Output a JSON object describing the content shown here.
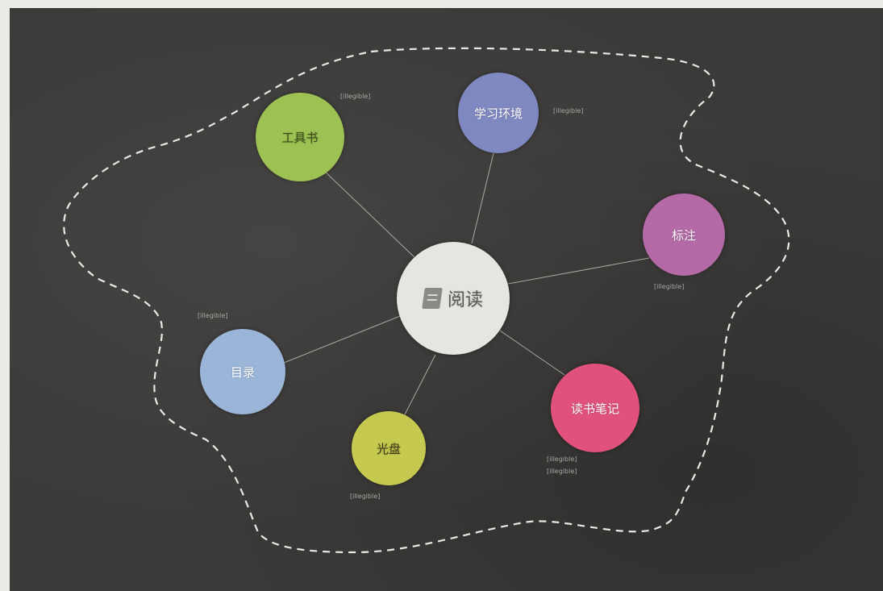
{
  "center": {
    "label": "阅读",
    "icon": "book-icon",
    "color": "#e6e6e1"
  },
  "nodes": [
    {
      "id": "gongjushu",
      "label": "工具书",
      "color": "#9dc152"
    },
    {
      "id": "xuexihuanjing",
      "label": "学习环境",
      "color": "#8088c1"
    },
    {
      "id": "biaozhu",
      "label": "标注",
      "color": "#b36aa6"
    },
    {
      "id": "dushubiji",
      "label": "读书笔记",
      "color": "#e0527d"
    },
    {
      "id": "guangpan",
      "label": "光盘",
      "color": "#c6c950"
    },
    {
      "id": "mulu",
      "label": "目录",
      "color": "#9bb5d8"
    }
  ],
  "notes": {
    "gongjushu": "[illegible]",
    "xuexihuanjing": "[illegible]",
    "biaozhu": "[illegible]",
    "mulu": "[illegible]",
    "guangpan": "[illegible]",
    "dushubiji": [
      "[illegible]",
      "[illegible]"
    ]
  },
  "colors": {
    "board": "#3b3a38",
    "boundary": "#e8e8e4",
    "line": "#a9a8a3"
  }
}
